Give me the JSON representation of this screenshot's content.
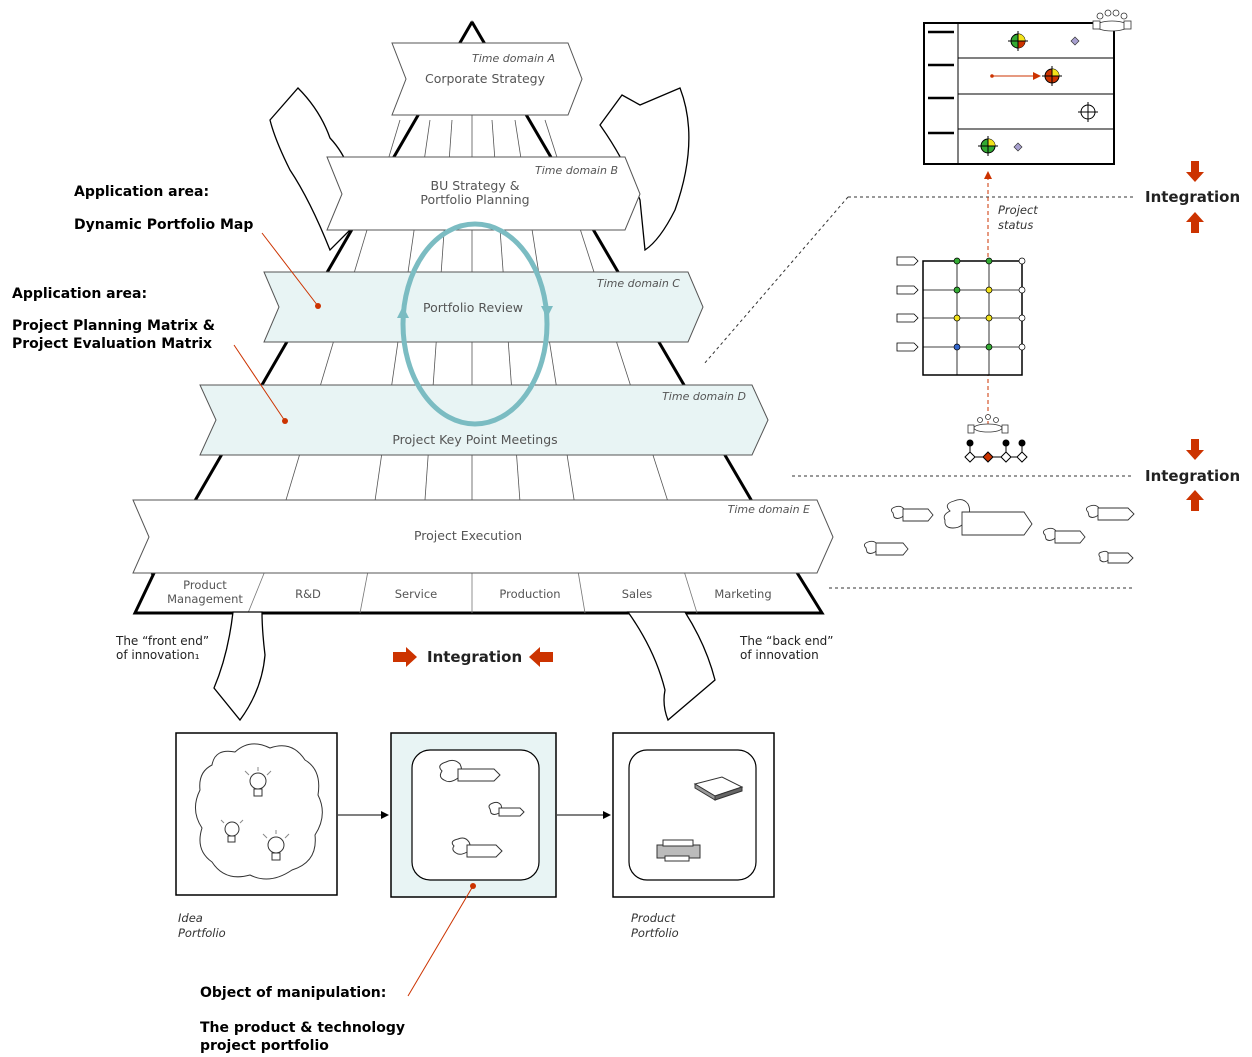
{
  "time_domains": [
    {
      "domain": "Time domain A",
      "label": [
        "Corporate Strategy"
      ]
    },
    {
      "domain": "Time domain B",
      "label": [
        "BU Strategy &",
        "Portfolio Planning"
      ]
    },
    {
      "domain": "Time domain C",
      "label": [
        "Portfolio Review"
      ]
    },
    {
      "domain": "Time domain D",
      "label": [
        "Project Key Point Meetings"
      ]
    },
    {
      "domain": "Time domain E",
      "label": [
        "Project Execution"
      ]
    }
  ],
  "functions": [
    [
      "Product",
      "Management"
    ],
    [
      "R&D"
    ],
    [
      "Service"
    ],
    [
      "Production"
    ],
    [
      "Sales"
    ],
    [
      "Marketing"
    ]
  ],
  "application_areas": [
    {
      "heading": "Application area:",
      "name": [
        "Dynamic Portfolio Map"
      ]
    },
    {
      "heading": "Application area:",
      "name": [
        "Project Planning Matrix &",
        "Project Evaluation Matrix"
      ]
    }
  ],
  "front_end": [
    "The “front end”",
    "of innovation₁"
  ],
  "back_end": [
    "The “back end”",
    "of innovation"
  ],
  "integration_label": "Integration",
  "portfolios": {
    "idea": [
      "Idea",
      "Portfolio"
    ],
    "product": [
      "Product",
      "Portfolio"
    ]
  },
  "project_status": [
    "Project",
    "status"
  ],
  "object_of_manipulation": {
    "heading": "Object of manipulation:",
    "name": [
      "The product & technology",
      "project portfolio"
    ]
  },
  "colors": {
    "cycle": "#7bbcc2",
    "accent": "#cc3300",
    "band_fill": "#e8f4f4",
    "green": "#33aa33",
    "yellow": "#f2e21a",
    "blue": "#3366cc"
  }
}
